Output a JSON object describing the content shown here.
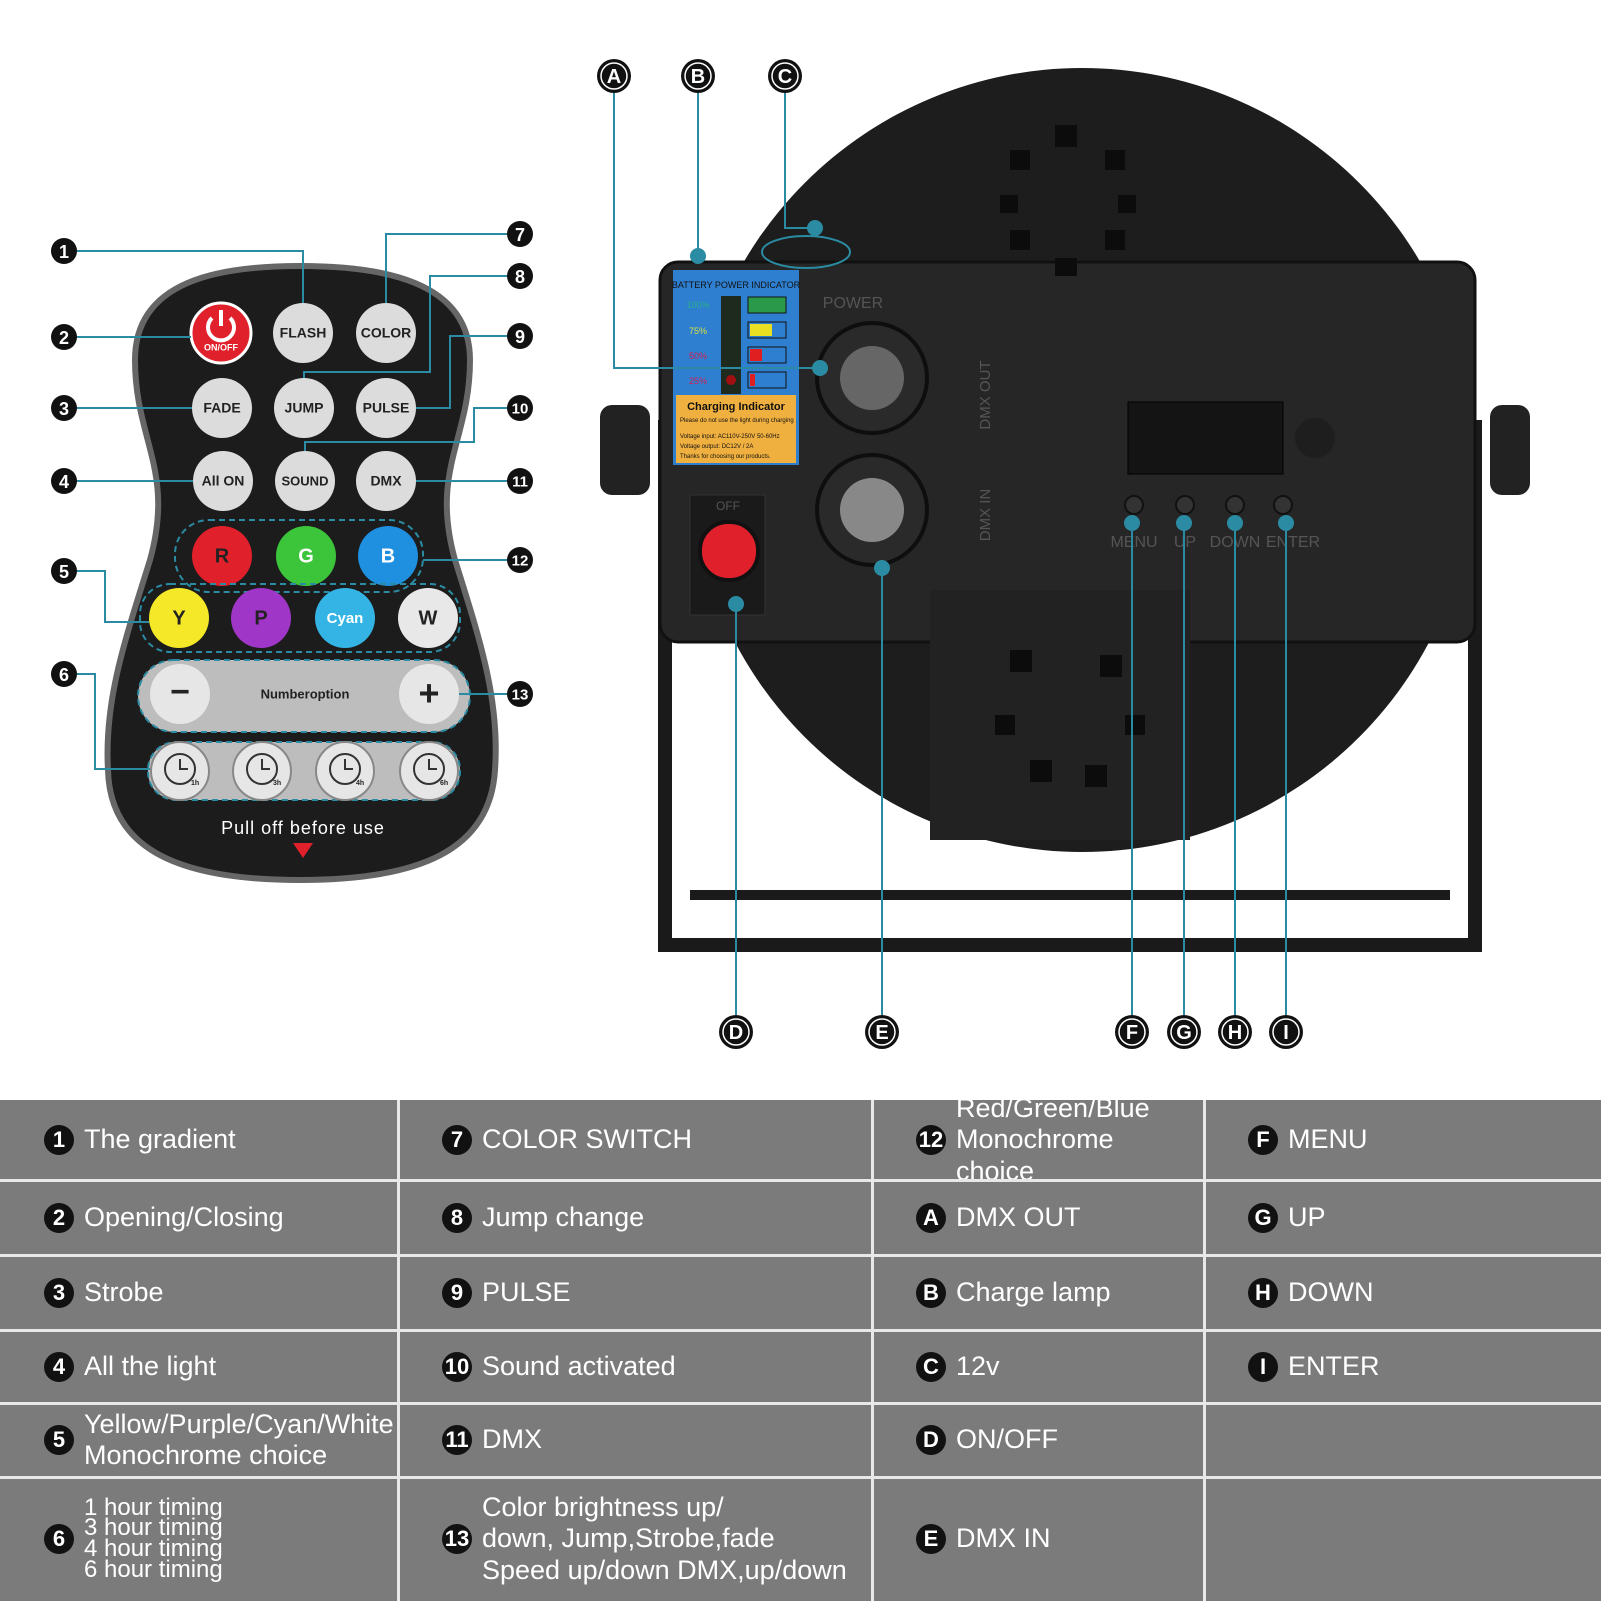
{
  "remote": {
    "power_label": "ON/OFF",
    "buttons_row1": [
      "FLASH",
      "COLOR"
    ],
    "buttons_row2": [
      "FADE",
      "JUMP",
      "PULSE"
    ],
    "buttons_row3": [
      "All ON",
      "SOUND",
      "DMX"
    ],
    "rgb": [
      "R",
      "G",
      "B"
    ],
    "ypcw": [
      "Y",
      "P",
      "Cyan",
      "W"
    ],
    "number_bar": "Numberoption",
    "minus": "−",
    "plus": "+",
    "timers": [
      "1h",
      "3h",
      "4h",
      "6h"
    ],
    "pull_tab": "Pull off before use",
    "colors": {
      "body": "#1c1c1c",
      "power": "#e0202a",
      "r": "#e0202a",
      "g": "#3cc43a",
      "b": "#1f8fe0",
      "y": "#f4e828",
      "p": "#a036c8",
      "cyan": "#34b4e4",
      "w": "#e8e8e8",
      "callout_line": "#2a8ba3"
    }
  },
  "remote_callouts": [
    "1",
    "2",
    "3",
    "4",
    "5",
    "6",
    "7",
    "8",
    "9",
    "10",
    "11",
    "12",
    "13"
  ],
  "light": {
    "callouts": [
      "A",
      "B",
      "C",
      "D",
      "E",
      "F",
      "G",
      "H",
      "I"
    ],
    "power_label": "POWER",
    "dmx_out": "DMX OUT",
    "dmx_in": "DMX IN",
    "switch_off": "OFF",
    "controls": [
      "MENU",
      "UP",
      "DOWN",
      "ENTER"
    ],
    "battery_label": {
      "title": "BATTERY POWER INDICATOR",
      "levels": [
        "100%",
        "75%",
        "50%",
        "25%"
      ],
      "charging_title": "Charging Indicator",
      "charging_text": [
        "Please do not use the light during charging",
        "Voltage input: AC110V-250V 50-60Hz",
        "Voltage output: DC12V / 2A",
        "Thanks for choosing our products."
      ]
    }
  },
  "table": {
    "col1": [
      {
        "num": "1",
        "text": "The gradient"
      },
      {
        "num": "2",
        "text": "Opening/Closing"
      },
      {
        "num": "3",
        "text": "Strobe"
      },
      {
        "num": "4",
        "text": "All the light"
      },
      {
        "num": "5",
        "text": "Yellow/Purple/Cyan/White\nMonochrome choice"
      },
      {
        "num": "6",
        "text": "1 hour timing\n3 hour timing\n4 hour timing\n6 hour timing"
      }
    ],
    "col2": [
      {
        "num": "7",
        "text": "COLOR SWITCH"
      },
      {
        "num": "8",
        "text": "Jump change"
      },
      {
        "num": "9",
        "text": "PULSE"
      },
      {
        "num": "10",
        "text": "Sound activated"
      },
      {
        "num": "11",
        "text": "DMX"
      },
      {
        "num": "13",
        "text": "Color brightness up/\ndown, Jump,Strobe,fade\nSpeed up/down DMX,up/down"
      }
    ],
    "col3": [
      {
        "num": "12",
        "text": "Red/Green/Blue\nMonochrome choice"
      },
      {
        "num": "A",
        "text": "DMX OUT"
      },
      {
        "num": "B",
        "text": "Charge lamp"
      },
      {
        "num": "C",
        "text": "12v"
      },
      {
        "num": "D",
        "text": "ON/OFF"
      },
      {
        "num": "E",
        "text": "DMX IN"
      }
    ],
    "col4": [
      {
        "num": "F",
        "text": "MENU"
      },
      {
        "num": "G",
        "text": "UP"
      },
      {
        "num": "H",
        "text": "DOWN"
      },
      {
        "num": "I",
        "text": "ENTER"
      }
    ]
  }
}
